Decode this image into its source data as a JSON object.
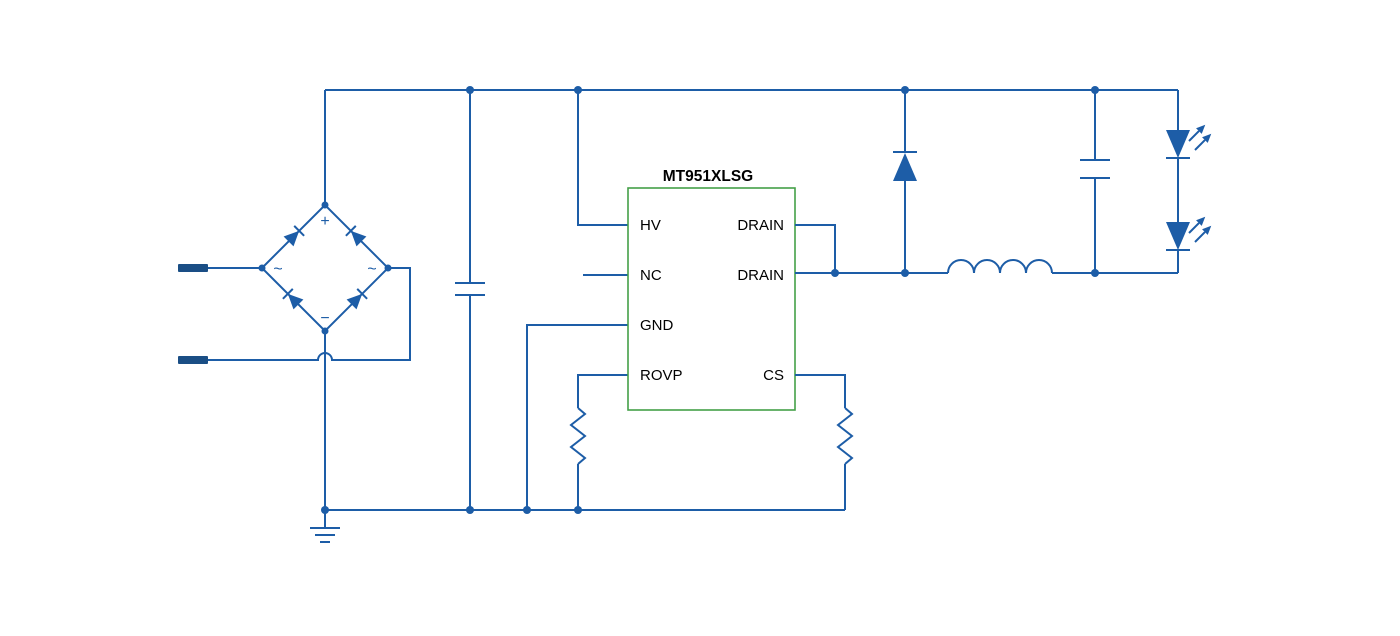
{
  "ic": {
    "title": "MT951XLSG",
    "left_pins": [
      "HV",
      "NC",
      "GND",
      "ROVP"
    ],
    "right_pins": [
      "DRAIN",
      "DRAIN",
      "CS"
    ]
  },
  "bridge_rectifier": {
    "plus": "+",
    "minus": "−",
    "ac_left": "~",
    "ac_right": "~"
  },
  "colors": {
    "wire": "#1d5da7",
    "ic_border": "#44a048",
    "label_text": "#000000",
    "terminal_bar": "#1a4e85",
    "background": "#ffffff"
  }
}
